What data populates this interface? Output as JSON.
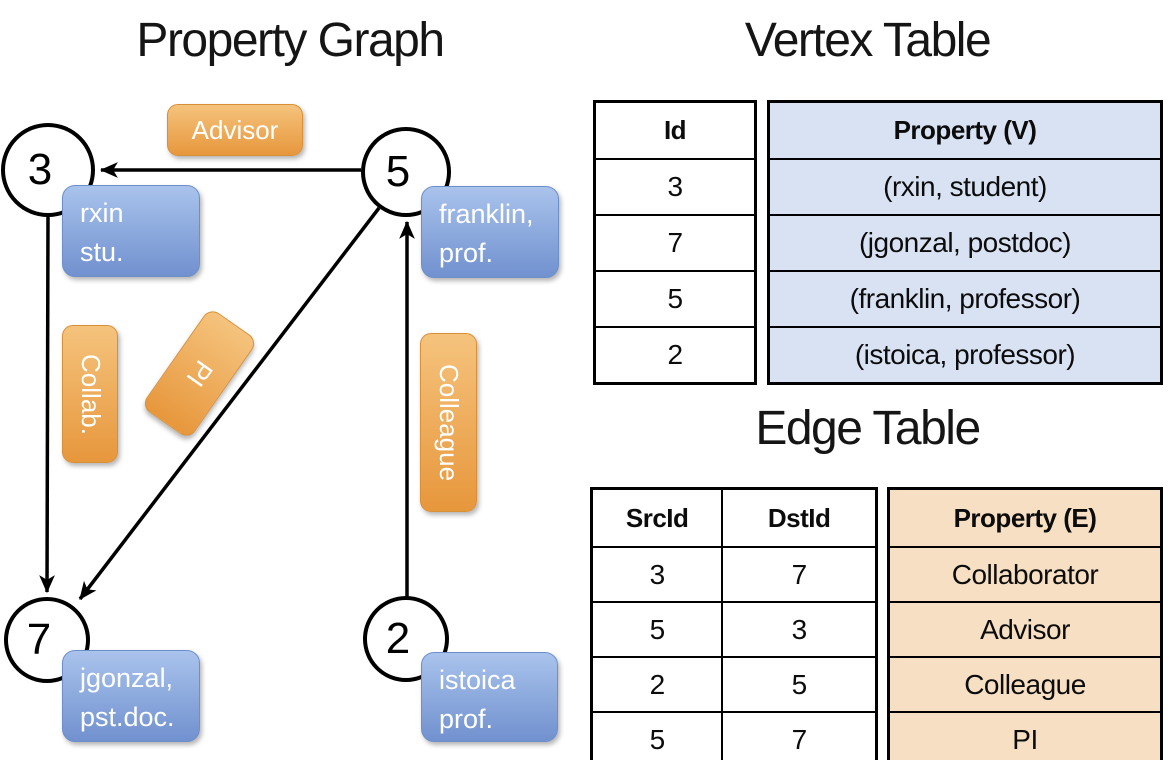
{
  "colors": {
    "orange-top": "#f5c37d",
    "orange-bottom": "#e7973c",
    "orange-border": "#d98f35",
    "blue-top": "#a9c3ec",
    "blue-bottom": "#7191cf",
    "blue-border": "#6d8fc9",
    "vertex-cell-bg": "#d9e2f3",
    "edge-cell-bg": "#f6dfc2",
    "label-text": "#ffffff",
    "line-color": "#000000"
  },
  "graph": {
    "title": "Property Graph",
    "nodes": [
      {
        "id": "3",
        "prop1": "rxin",
        "prop2": "stu."
      },
      {
        "id": "5",
        "prop1": "franklin,",
        "prop2": "prof."
      },
      {
        "id": "7",
        "prop1": "jgonzal,",
        "prop2": "pst.doc."
      },
      {
        "id": "2",
        "prop1": "istoica",
        "prop2": "prof."
      }
    ],
    "edge_labels": {
      "advisor": "Advisor",
      "collab": "Collab.",
      "pi": "PI",
      "colleague": "Colleague"
    }
  },
  "vertex_table": {
    "title": "Vertex Table",
    "columns": {
      "id": "Id",
      "property": "Property (V)"
    },
    "rows": [
      {
        "id": "3",
        "property": "(rxin, student)"
      },
      {
        "id": "7",
        "property": "(jgonzal, postdoc)"
      },
      {
        "id": "5",
        "property": "(franklin, professor)"
      },
      {
        "id": "2",
        "property": "(istoica, professor)"
      }
    ]
  },
  "edge_table": {
    "title": "Edge Table",
    "columns": {
      "src": "SrcId",
      "dst": "DstId",
      "property": "Property (E)"
    },
    "rows": [
      {
        "src": "3",
        "dst": "7",
        "property": "Collaborator"
      },
      {
        "src": "5",
        "dst": "3",
        "property": "Advisor"
      },
      {
        "src": "2",
        "dst": "5",
        "property": "Colleague"
      },
      {
        "src": "5",
        "dst": "7",
        "property": "PI"
      }
    ]
  }
}
